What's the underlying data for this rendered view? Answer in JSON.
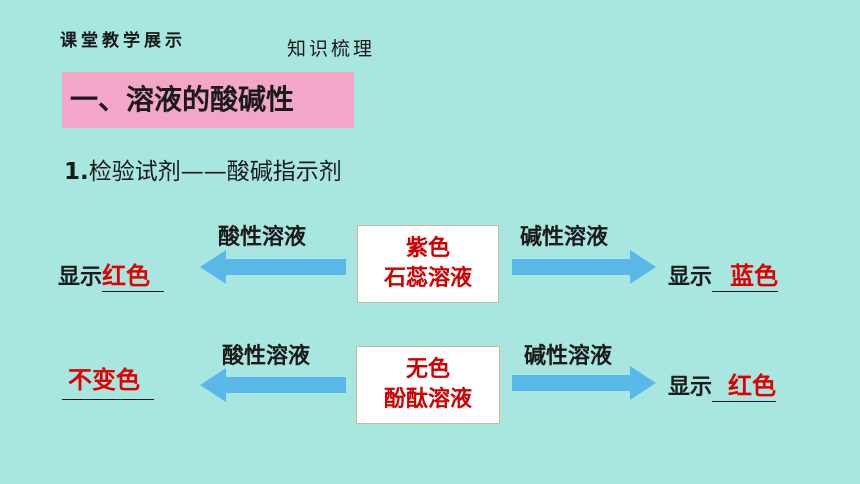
{
  "header": {
    "course": "课堂教学展示",
    "topic": "知识梳理"
  },
  "section_title": "一、溶液的酸碱性",
  "subtitle": {
    "number": "1.",
    "text": "检验试剂——酸碱指示剂"
  },
  "rows": [
    {
      "indicator_line1": "紫色",
      "indicator_line2": "石蕊溶液",
      "acid_label": "酸性溶液",
      "base_label": "碱性溶液",
      "left_prefix": "显示",
      "left_answer": "红色",
      "right_prefix": "显示",
      "right_answer": "蓝色"
    },
    {
      "indicator_line1": "无色",
      "indicator_line2": "酚酞溶液",
      "acid_label": "酸性溶液",
      "base_label": "碱性溶液",
      "left_prefix": "",
      "left_answer": "不变色",
      "right_prefix": "显示",
      "right_answer": "红色"
    }
  ],
  "colors": {
    "background": "#a8e6e0",
    "section_bg": "#f4a6c8",
    "arrow": "#5ab8e8",
    "answer": "#e00000",
    "indicator_text": "#d10000"
  },
  "icons": {
    "arrow_left": "left-arrow-icon",
    "arrow_right": "right-arrow-icon"
  }
}
